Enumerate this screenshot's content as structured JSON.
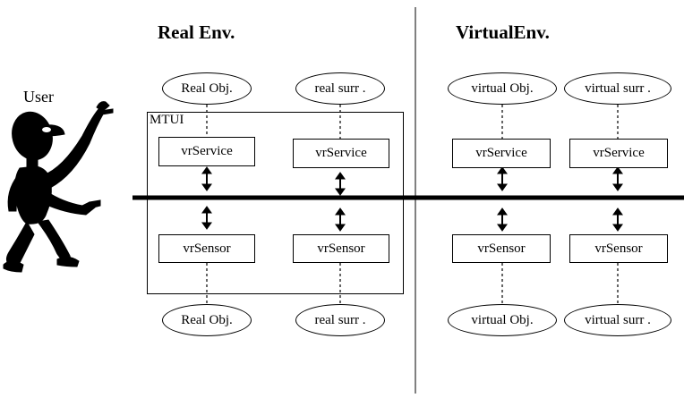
{
  "headings": {
    "real": "Real Env.",
    "virtual": "VirtualEnv."
  },
  "user_label": "User",
  "mtui_label": "MTUI",
  "top_objects": [
    "Real  Obj.",
    "real  surr .",
    "virtual  Obj.",
    "virtual  surr ."
  ],
  "services": [
    "vrService",
    "vrService",
    "vrService",
    "vrService"
  ],
  "sensors": [
    "vrSensor",
    "vrSensor",
    "vrSensor",
    "vrSensor"
  ],
  "bottom_objects": [
    "Real  Obj.",
    "real  surr .",
    "virtual  Obj.",
    "virtual  surr ."
  ],
  "icons": {
    "user": "user-figure-icon",
    "arrow": "double-arrow-icon"
  }
}
